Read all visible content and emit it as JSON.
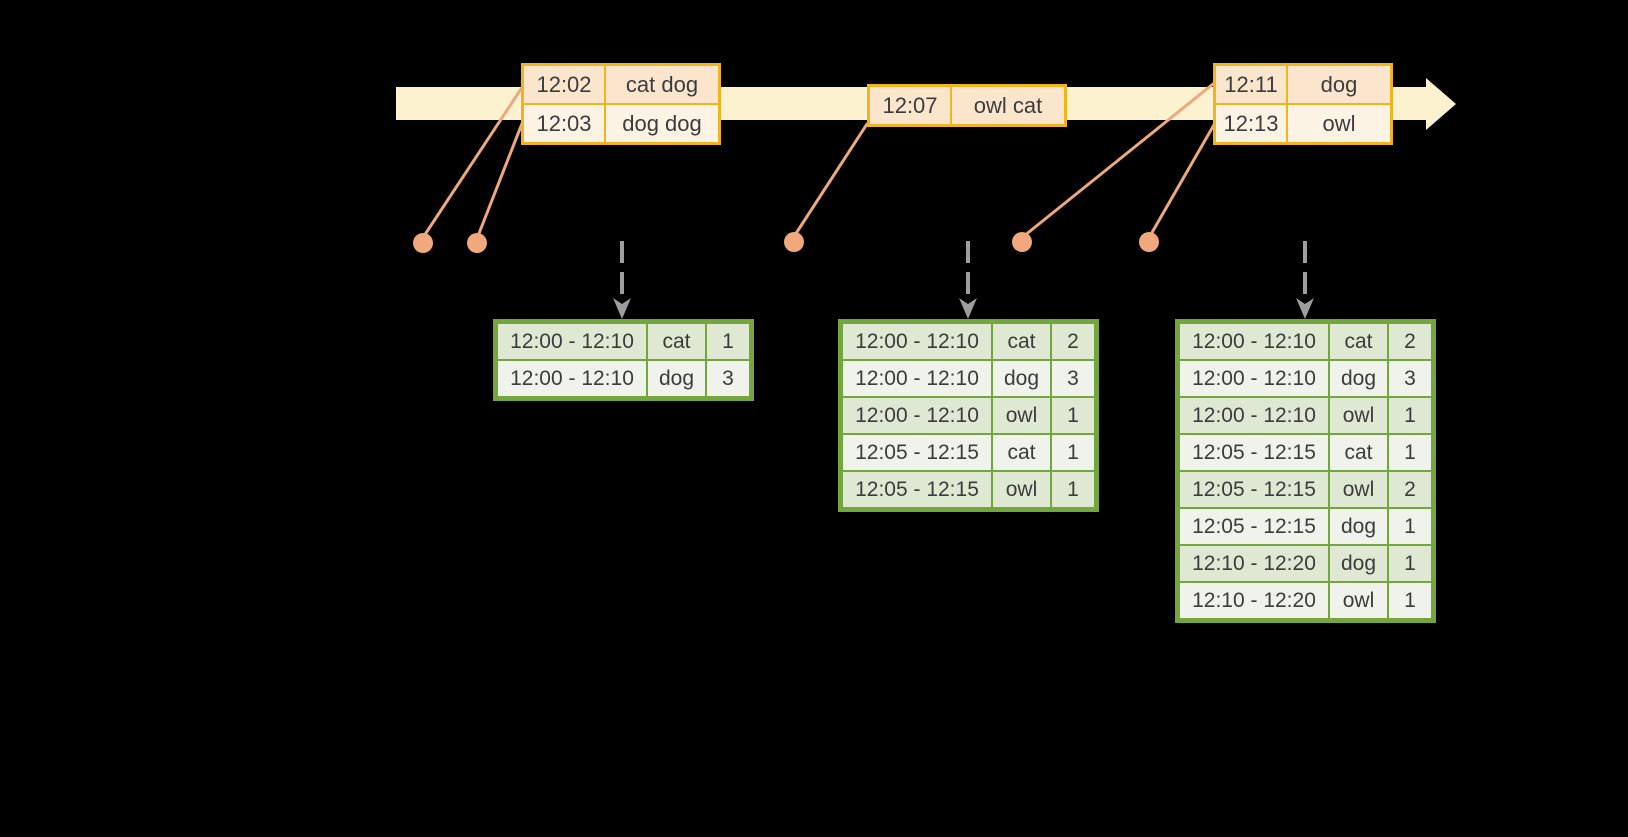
{
  "diagram": {
    "background": "#000000",
    "timeline_fill": "#FCF2CF",
    "connector_color": "#EDA87D",
    "dot_color": "#F0A87C",
    "trigger_arrow_color": "#9E9E9E",
    "event_table_border": "#F0B41F",
    "event_row_colors": [
      "#FBE5CD",
      "#FDF3E5"
    ],
    "result_table_border": "#73A63D",
    "result_row_colors": [
      "#DFE8D2",
      "#F0F3EB"
    ],
    "text_color": "#3C3C3C"
  },
  "event_tables": [
    {
      "id": "event-table-1",
      "rows": [
        [
          "12:02",
          "cat dog"
        ],
        [
          "12:03",
          "dog dog"
        ]
      ]
    },
    {
      "id": "event-table-2",
      "rows": [
        [
          "12:07",
          "owl cat"
        ]
      ]
    },
    {
      "id": "event-table-3",
      "rows": [
        [
          "12:11",
          "dog"
        ],
        [
          "12:13",
          "owl"
        ]
      ]
    }
  ],
  "result_tables": [
    {
      "id": "result-table-1",
      "rows": [
        [
          "12:00 - 12:10",
          "cat",
          "1"
        ],
        [
          "12:00 - 12:10",
          "dog",
          "3"
        ]
      ]
    },
    {
      "id": "result-table-2",
      "rows": [
        [
          "12:00 - 12:10",
          "cat",
          "2"
        ],
        [
          "12:00 - 12:10",
          "dog",
          "3"
        ],
        [
          "12:00 - 12:10",
          "owl",
          "1"
        ],
        [
          "12:05 - 12:15",
          "cat",
          "1"
        ],
        [
          "12:05 - 12:15",
          "owl",
          "1"
        ]
      ]
    },
    {
      "id": "result-table-3",
      "rows": [
        [
          "12:00 - 12:10",
          "cat",
          "2"
        ],
        [
          "12:00 - 12:10",
          "dog",
          "3"
        ],
        [
          "12:00 - 12:10",
          "owl",
          "1"
        ],
        [
          "12:05 - 12:15",
          "cat",
          "1"
        ],
        [
          "12:05 - 12:15",
          "owl",
          "2"
        ],
        [
          "12:05 - 12:15",
          "dog",
          "1"
        ],
        [
          "12:10 - 12:20",
          "dog",
          "1"
        ],
        [
          "12:10 - 12:20",
          "owl",
          "1"
        ]
      ]
    }
  ]
}
